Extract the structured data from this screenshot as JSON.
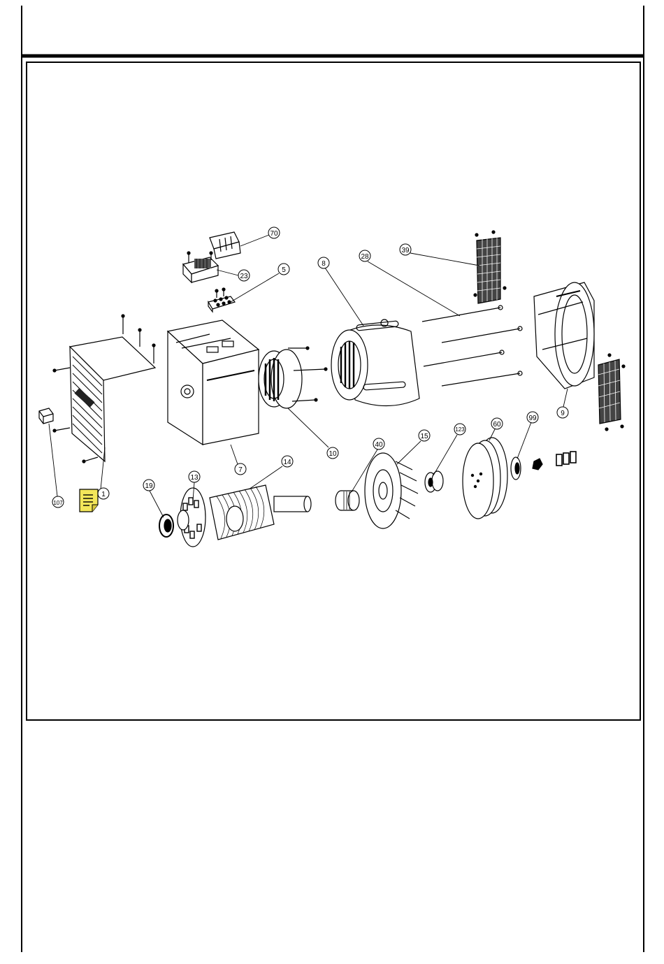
{
  "callouts": [
    {
      "id": "c70",
      "label": "70"
    },
    {
      "id": "c23",
      "label": "23"
    },
    {
      "id": "c5",
      "label": "5"
    },
    {
      "id": "c8",
      "label": "8"
    },
    {
      "id": "c28",
      "label": "28"
    },
    {
      "id": "c39",
      "label": "39"
    },
    {
      "id": "c9",
      "label": "9"
    },
    {
      "id": "c10",
      "label": "10"
    },
    {
      "id": "c7",
      "label": "7"
    },
    {
      "id": "c1",
      "label": "1"
    },
    {
      "id": "c107",
      "label": "107"
    },
    {
      "id": "c19",
      "label": "19"
    },
    {
      "id": "c13",
      "label": "13"
    },
    {
      "id": "c14",
      "label": "14"
    },
    {
      "id": "c40",
      "label": "40"
    },
    {
      "id": "c15",
      "label": "15"
    },
    {
      "id": "c123",
      "label": "123"
    },
    {
      "id": "c60",
      "label": "60"
    },
    {
      "id": "c99",
      "label": "99"
    }
  ],
  "note_icon": {
    "name": "sticky-note-icon",
    "color": "#f3e65a"
  }
}
